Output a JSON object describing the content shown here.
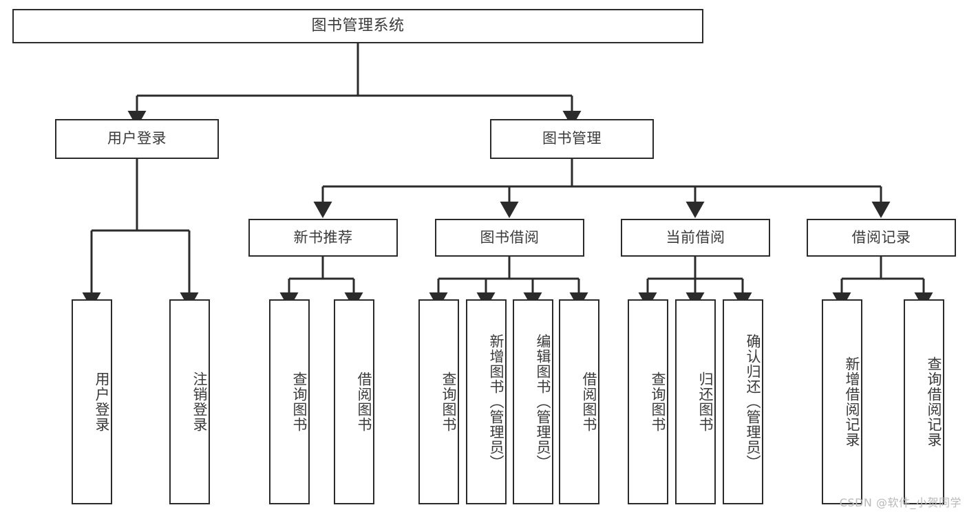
{
  "diagram": {
    "title": "图书管理系统",
    "type": "tree-hierarchy-diagram",
    "watermark": "CSDN @软件_小贺同学",
    "colors": {
      "border": "#2b2b2b",
      "text": "#3a3a3a",
      "background": "#ffffff",
      "watermark": "#b9b9b9"
    },
    "nodes": {
      "root": {
        "label": "图书管理系统"
      },
      "level2": [
        {
          "id": "user-login",
          "label": "用户登录"
        },
        {
          "id": "book-manage",
          "label": "图书管理"
        }
      ],
      "level3": [
        {
          "id": "new-book-recommend",
          "label": "新书推荐"
        },
        {
          "id": "book-borrow",
          "label": "图书借阅"
        },
        {
          "id": "current-borrow",
          "label": "当前借阅"
        },
        {
          "id": "borrow-record",
          "label": "借阅记录"
        }
      ],
      "leaves": {
        "user-login": [
          {
            "id": "leaf-user-login",
            "label": "用户登录"
          },
          {
            "id": "leaf-logout-login",
            "label": "注销登录"
          }
        ],
        "new-book-recommend": [
          {
            "id": "leaf-query-book-1",
            "label": "查询图书"
          },
          {
            "id": "leaf-borrow-book-1",
            "label": "借阅图书"
          }
        ],
        "book-borrow": [
          {
            "id": "leaf-query-book-2",
            "label": "查询图书"
          },
          {
            "id": "leaf-add-book",
            "label": "新增图书（管理员）"
          },
          {
            "id": "leaf-edit-book",
            "label": "编辑图书（管理员）"
          },
          {
            "id": "leaf-borrow-book-2",
            "label": "借阅图书"
          }
        ],
        "current-borrow": [
          {
            "id": "leaf-query-book-3",
            "label": "查询图书"
          },
          {
            "id": "leaf-return-book",
            "label": "归还图书"
          },
          {
            "id": "leaf-confirm-return",
            "label": "确认归还（管理员）"
          }
        ],
        "borrow-record": [
          {
            "id": "leaf-add-record",
            "label": "新增借阅记录"
          },
          {
            "id": "leaf-query-record",
            "label": "查询借阅记录"
          }
        ]
      }
    }
  }
}
